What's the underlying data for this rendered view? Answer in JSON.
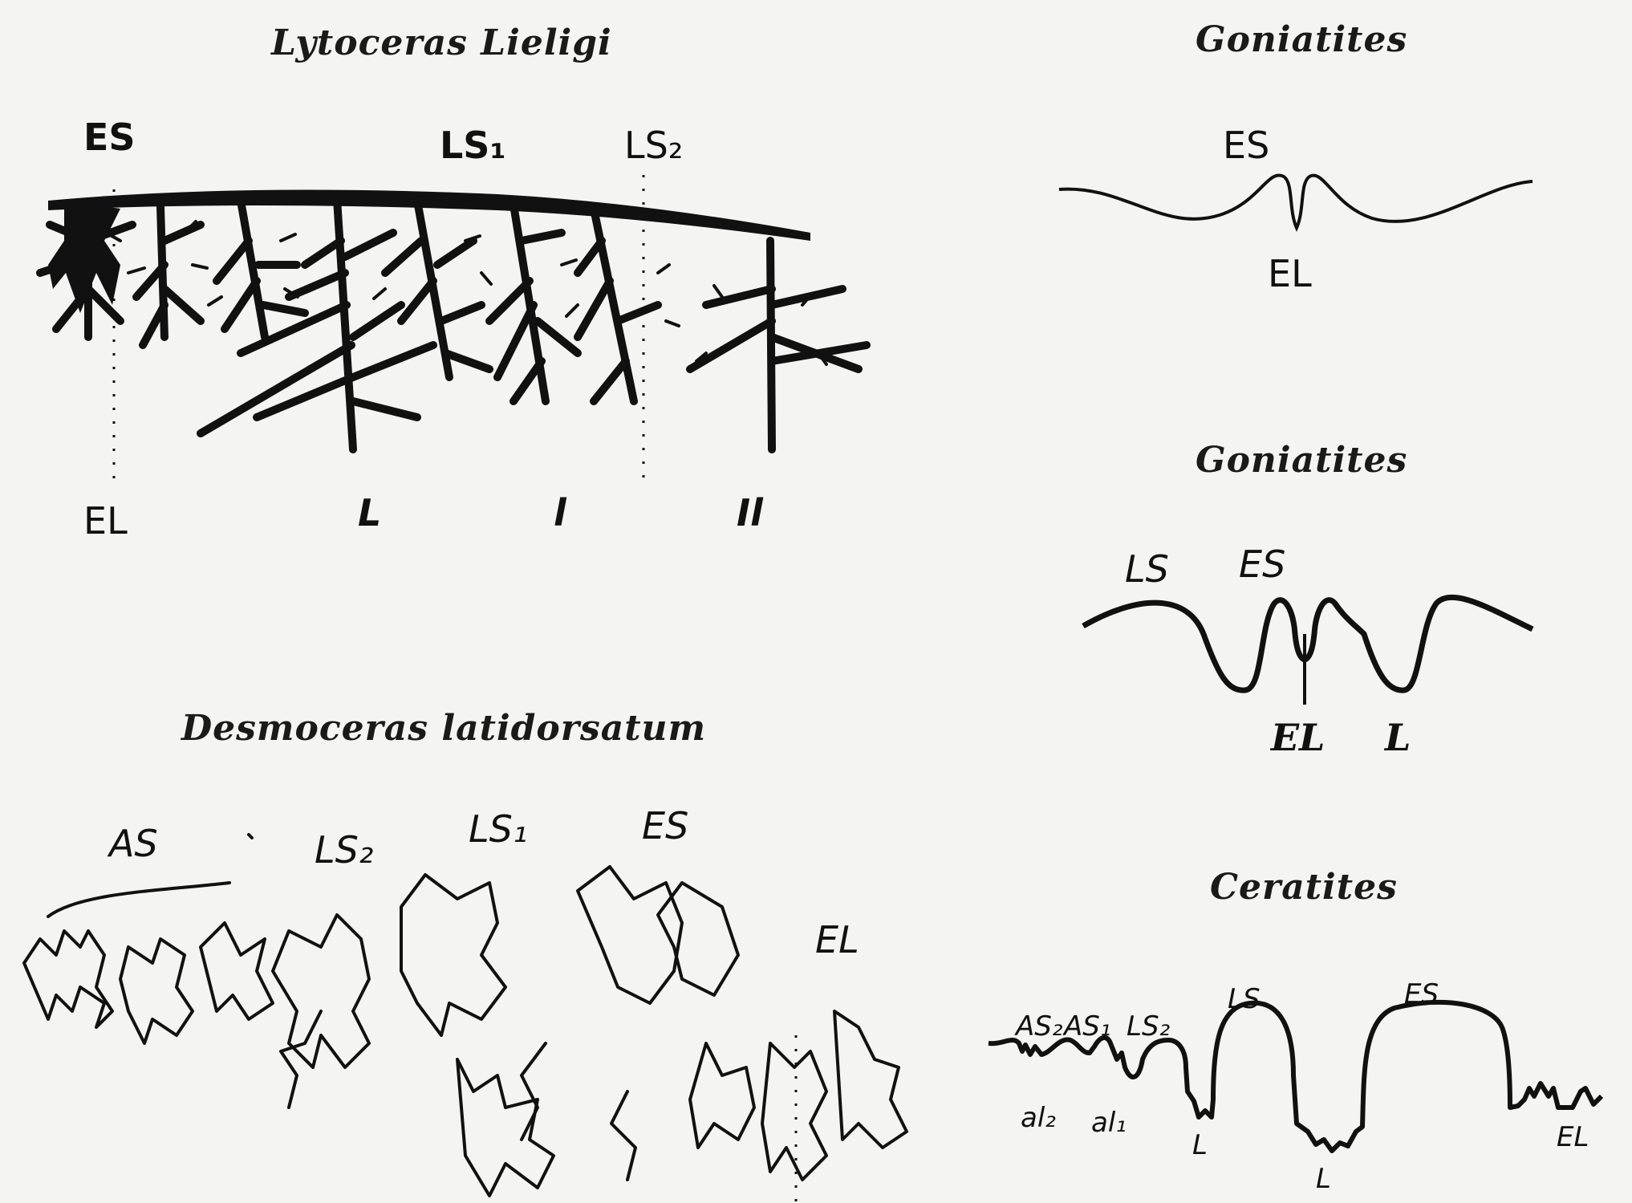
{
  "panels": {
    "lytoceras": {
      "title": "Lytoceras Lieligi",
      "top_labels": [
        "ES",
        "LS₁",
        "LS₂"
      ],
      "bottom_labels": [
        "EL",
        "L",
        "l",
        "Il"
      ]
    },
    "goniatites_1": {
      "title": "Goniatites",
      "top_labels": [
        "ES"
      ],
      "bottom_labels": [
        "EL"
      ]
    },
    "goniatites_2": {
      "title": "Goniatites",
      "top_labels": [
        "LS",
        "ES"
      ],
      "bottom_labels": [
        "EL",
        "L"
      ]
    },
    "desmoceras": {
      "title": "Desmoceras latidorsatum",
      "top_labels": [
        "AS",
        "LS₂",
        "LS₁",
        "ES"
      ],
      "side_labels": [
        "EL"
      ]
    },
    "ceratites": {
      "title": "Ceratites",
      "top_labels": [
        "AS₂",
        "AS₁",
        "LS₂",
        "LS",
        "ES"
      ],
      "lower_labels": [
        "al₂",
        "al₁"
      ],
      "bottom_labels": [
        "L",
        "L",
        "EL"
      ]
    }
  },
  "colors": {
    "ink": "#111111",
    "paper": "#f4f4f2"
  }
}
